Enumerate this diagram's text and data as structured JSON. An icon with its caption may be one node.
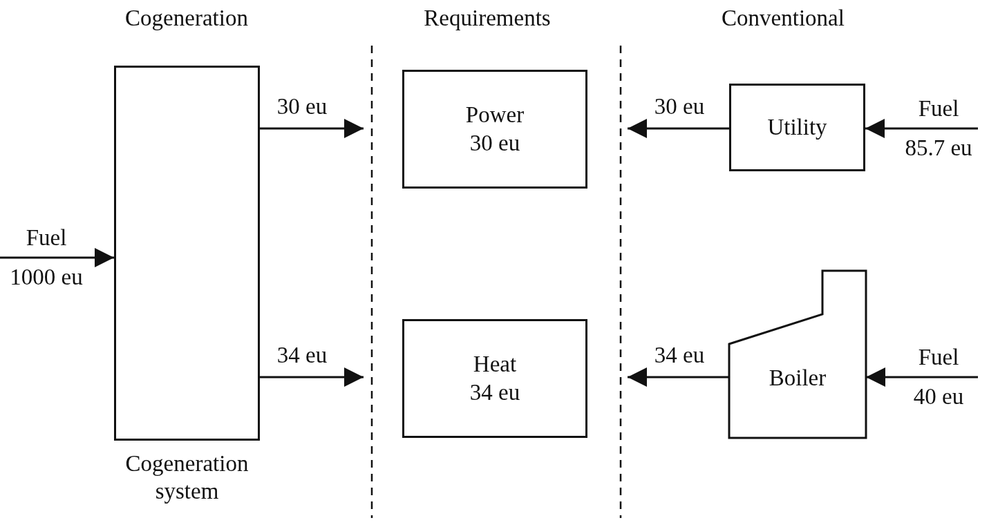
{
  "diagram": {
    "nodes": [
      {
        "text": [],
        "shape": "box",
        "beside": [
          "Cogeneration system"
        ]
      },
      {
        "text": [
          "Power 30 eu"
        ]
      },
      {
        "text": [
          "Heat 34 eu"
        ]
      },
      {
        "text": [
          "Utility"
        ]
      },
      {
        "text": [
          "Boiler"
        ]
      }
    ],
    "edges": [
      {
        "from": null,
        "to": 0,
        "arrow": "to",
        "label": "Fuel 1000 eu"
      },
      {
        "from": 0,
        "to": null,
        "arrow": "to",
        "label": "30 eu"
      },
      {
        "from": 0,
        "to": null,
        "arrow": "to",
        "label": "34 eu"
      },
      {
        "from": 3,
        "to": null,
        "arrow": "to",
        "label": "30 eu"
      },
      {
        "from": 4,
        "to": null,
        "arrow": "to",
        "label": "34 eu"
      },
      {
        "from": null,
        "to": 3,
        "arrow": "to",
        "label": "Fuel 85.7 eu"
      },
      {
        "from": null,
        "to": 4,
        "arrow": "to",
        "label": "Fuel 40 eu"
      }
    ],
    "labels": [
      "Cogeneration",
      "Requirements",
      "Conventional"
    ]
  }
}
